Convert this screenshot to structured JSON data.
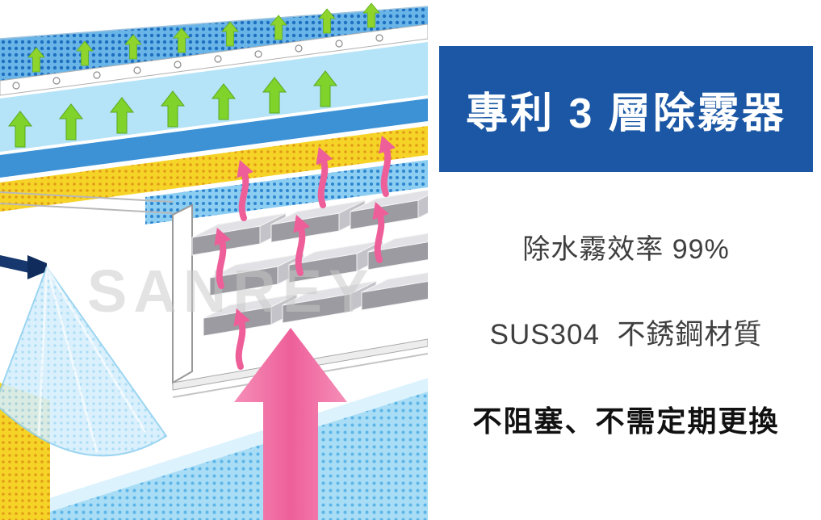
{
  "banner": {
    "title": "專利 3 層除霧器",
    "bg_color": "#1b57a4",
    "text_color": "#ffffff"
  },
  "features": [
    {
      "text": "除水霧效率 99%"
    },
    {
      "text": "SUS304  不銹鋼材質"
    },
    {
      "text": "不阻塞、不需定期更換"
    }
  ],
  "diagram": {
    "watermark": "SANREY",
    "colors": {
      "plate_blue": "#1d6fc0",
      "layer_cyan": "#b5e3f8",
      "layer_blue": "#3d92d6",
      "layer_yellow": "#f6d427",
      "arrow_green": "#7fd32b",
      "arrow_pink": "#ee5f9a",
      "block_gray": "#c3c3c9",
      "water_blue": "#a8ddf5"
    }
  }
}
